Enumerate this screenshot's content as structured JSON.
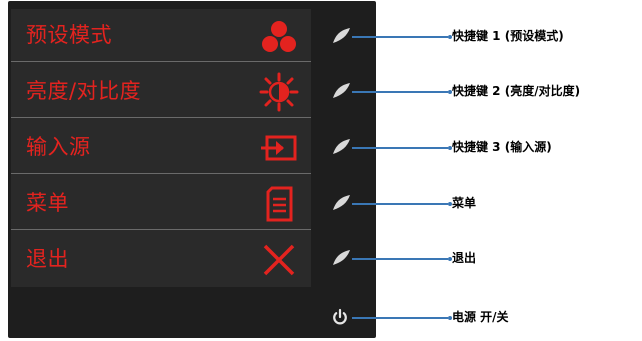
{
  "osd_menu": {
    "items": [
      {
        "label": "预设模式",
        "icon": "preset-modes-icon"
      },
      {
        "label": "亮度/对比度",
        "icon": "brightness-contrast-icon"
      },
      {
        "label": "输入源",
        "icon": "input-source-icon"
      },
      {
        "label": "菜单",
        "icon": "menu-icon"
      },
      {
        "label": "退出",
        "icon": "exit-icon"
      }
    ],
    "text_color": "#e3231f",
    "background_color": "#2a2a2a"
  },
  "callouts": [
    {
      "label": "快捷键 1 (预设模式)"
    },
    {
      "label": "快捷键 2 (亮度/对比度)"
    },
    {
      "label": "快捷键 3 (输入源)"
    },
    {
      "label": "菜单"
    },
    {
      "label": "退出"
    },
    {
      "label": "电源 开/关"
    }
  ],
  "colors": {
    "bezel": "#1e1e1e",
    "leader_line": "#3a77b5",
    "button_face": "#d9d9d9"
  }
}
